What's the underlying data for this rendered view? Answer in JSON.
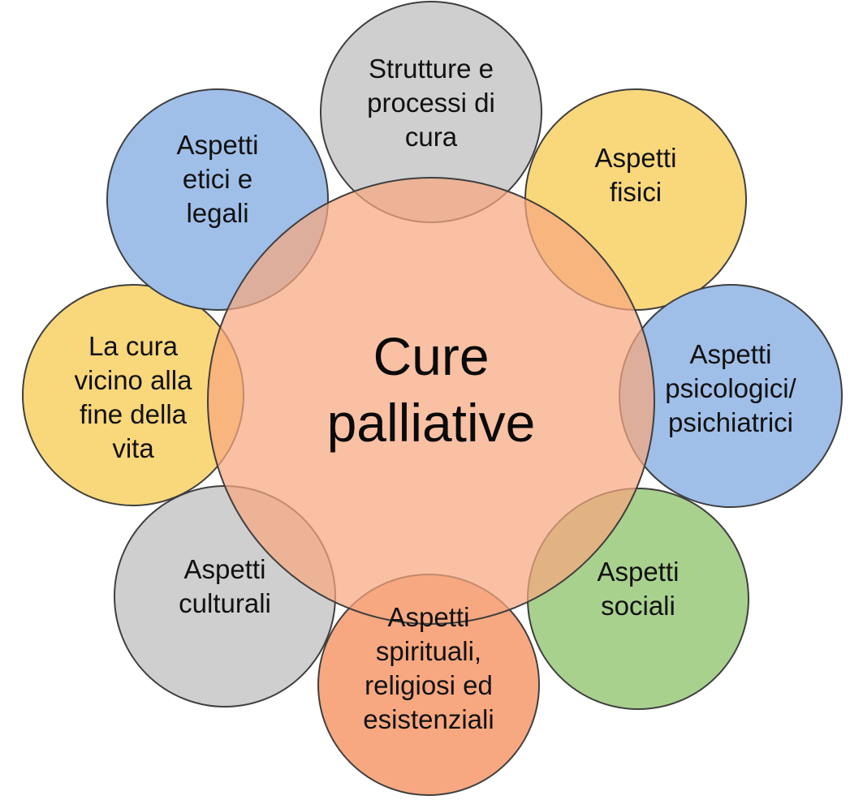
{
  "center": {
    "lines": [
      "Cure",
      "palliative"
    ],
    "color": "#f7a880"
  },
  "nodes": [
    {
      "id": "strutture",
      "lines": [
        "Strutture e",
        "processi di",
        "cura"
      ],
      "color": "#cfcfcf"
    },
    {
      "id": "fisici",
      "lines": [
        "Aspetti",
        "fisici"
      ],
      "color": "#f9d77b"
    },
    {
      "id": "psicologici",
      "lines": [
        "Aspetti",
        "psicologici/",
        "psichiatrici"
      ],
      "color": "#9fbfe8"
    },
    {
      "id": "sociali",
      "lines": [
        "Aspetti",
        "sociali"
      ],
      "color": "#a9d18e"
    },
    {
      "id": "spirituali",
      "lines": [
        "Aspetti",
        "spirituali,",
        "religiosi ed",
        "esistenziali"
      ],
      "color": "#f7a880"
    },
    {
      "id": "culturali",
      "lines": [
        "Aspetti",
        "culturali"
      ],
      "color": "#cfcfcf"
    },
    {
      "id": "fine-vita",
      "lines": [
        "La cura",
        "vicino alla",
        "fine della",
        "vita"
      ],
      "color": "#f9d77b"
    },
    {
      "id": "etici",
      "lines": [
        "Aspetti",
        "etici e",
        "legali"
      ],
      "color": "#9fbfe8"
    }
  ]
}
